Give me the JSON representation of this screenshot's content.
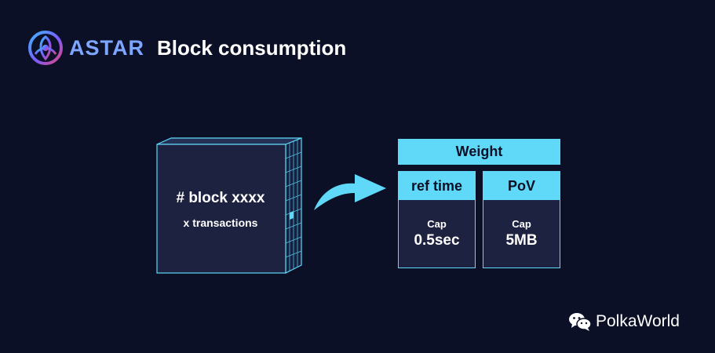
{
  "header": {
    "brand": "ASTAR",
    "title": "Block consumption"
  },
  "block": {
    "label": "# block xxxx",
    "sub": "x transactions"
  },
  "weight": {
    "title": "Weight",
    "columns": [
      {
        "header": "ref time",
        "cap_label": "Cap",
        "cap_value": "0.5sec"
      },
      {
        "header": "PoV",
        "cap_label": "Cap",
        "cap_value": "5MB"
      }
    ]
  },
  "watermark": {
    "text": "PolkaWorld"
  },
  "colors": {
    "background": "#0b1027",
    "accent": "#5fd9f7",
    "panel": "#1d2240"
  }
}
